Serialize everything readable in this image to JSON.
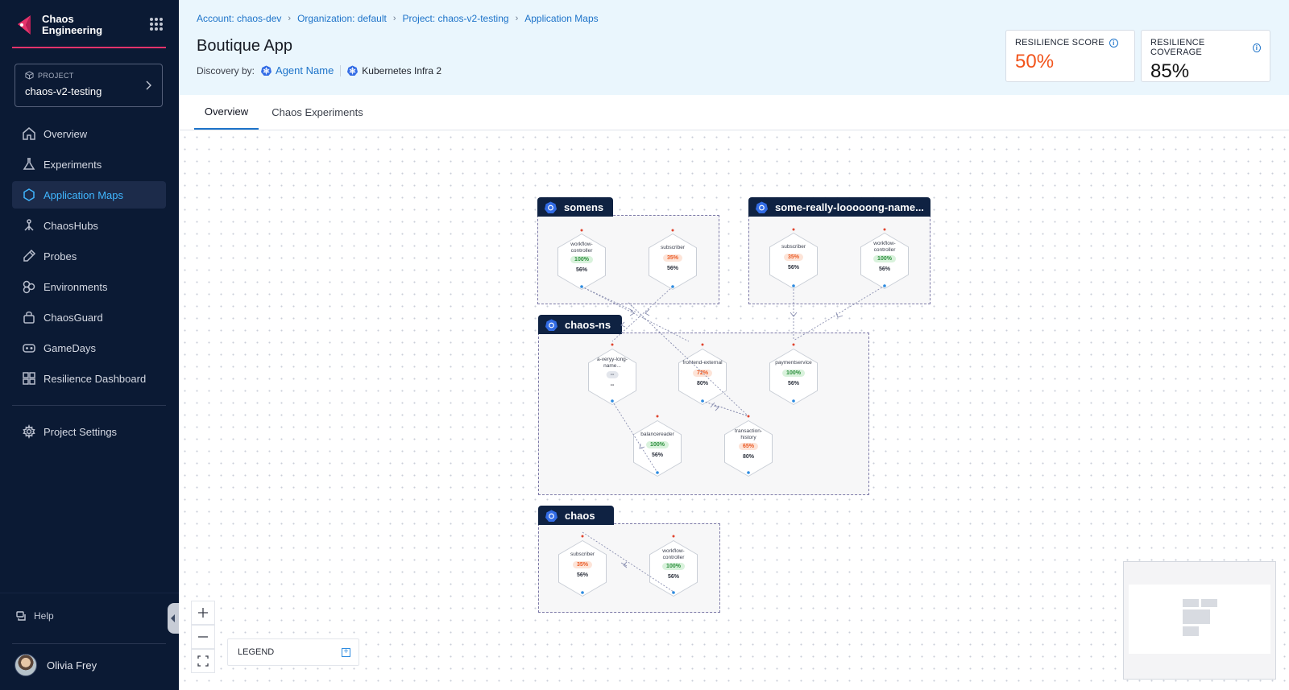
{
  "brand": {
    "name": "Chaos Engineering",
    "accent": "#e6336b"
  },
  "project": {
    "label": "PROJECT",
    "name": "chaos-v2-testing"
  },
  "nav": [
    {
      "label": "Overview",
      "icon": "home-icon"
    },
    {
      "label": "Experiments",
      "icon": "flask-icon"
    },
    {
      "label": "Application Maps",
      "icon": "hexagon-icon",
      "active": true
    },
    {
      "label": "ChaosHubs",
      "icon": "hub-icon"
    },
    {
      "label": "Probes",
      "icon": "probe-icon"
    },
    {
      "label": "Environments",
      "icon": "environments-icon"
    },
    {
      "label": "ChaosGuard",
      "icon": "lock-icon"
    },
    {
      "label": "GameDays",
      "icon": "gamepad-icon"
    },
    {
      "label": "Resilience Dashboard",
      "icon": "dashboard-icon"
    }
  ],
  "settings": {
    "label": "Project Settings"
  },
  "help": {
    "label": "Help"
  },
  "user": {
    "name": "Olivia Frey"
  },
  "breadcrumb": [
    "Account: chaos-dev",
    "Organization: default",
    "Project: chaos-v2-testing",
    "Application Maps"
  ],
  "page": {
    "title": "Boutique App",
    "discovery_label": "Discovery by:",
    "agent": "Agent Name",
    "infra": "Kubernetes Infra 2"
  },
  "scores": {
    "resilience_score": {
      "label": "RESILIENCE SCORE",
      "value": "50%",
      "color": "#f2551d"
    },
    "resilience_coverage": {
      "label": "RESILIENCE COVERAGE",
      "value": "85%",
      "color": "#111111"
    }
  },
  "tabs": [
    {
      "label": "Overview",
      "active": true
    },
    {
      "label": "Chaos Experiments",
      "active": false
    }
  ],
  "namespaces": [
    {
      "name": "somens",
      "services": [
        {
          "name": "workflow-controller",
          "score": "100%",
          "coverage": "56%",
          "status": "green"
        },
        {
          "name": "subscriber",
          "score": "35%",
          "coverage": "56%",
          "status": "orange"
        }
      ]
    },
    {
      "name": "some-really-looooong-name...",
      "services": [
        {
          "name": "subscriber",
          "score": "35%",
          "coverage": "56%",
          "status": "orange"
        },
        {
          "name": "workflow-controller",
          "score": "100%",
          "coverage": "56%",
          "status": "green"
        }
      ]
    },
    {
      "name": "chaos-ns",
      "services": [
        {
          "name": "a-veryy-long-name...",
          "score": "--",
          "coverage": "--",
          "status": "gray"
        },
        {
          "name": "frontend-external",
          "score": "72%",
          "coverage": "80%",
          "status": "orange"
        },
        {
          "name": "paymentservice",
          "score": "100%",
          "coverage": "56%",
          "status": "green"
        },
        {
          "name": "balancereader",
          "score": "100%",
          "coverage": "56%",
          "status": "green"
        },
        {
          "name": "transaction-history",
          "score": "65%",
          "coverage": "80%",
          "status": "orange"
        }
      ]
    },
    {
      "name": "chaos",
      "services": [
        {
          "name": "subscriber",
          "score": "35%",
          "coverage": "56%",
          "status": "orange"
        },
        {
          "name": "workflow-controller",
          "score": "100%",
          "coverage": "56%",
          "status": "green"
        }
      ]
    }
  ],
  "legend": {
    "label": "LEGEND"
  },
  "map_controls": [
    "zoom-in",
    "zoom-out",
    "fit-view"
  ]
}
